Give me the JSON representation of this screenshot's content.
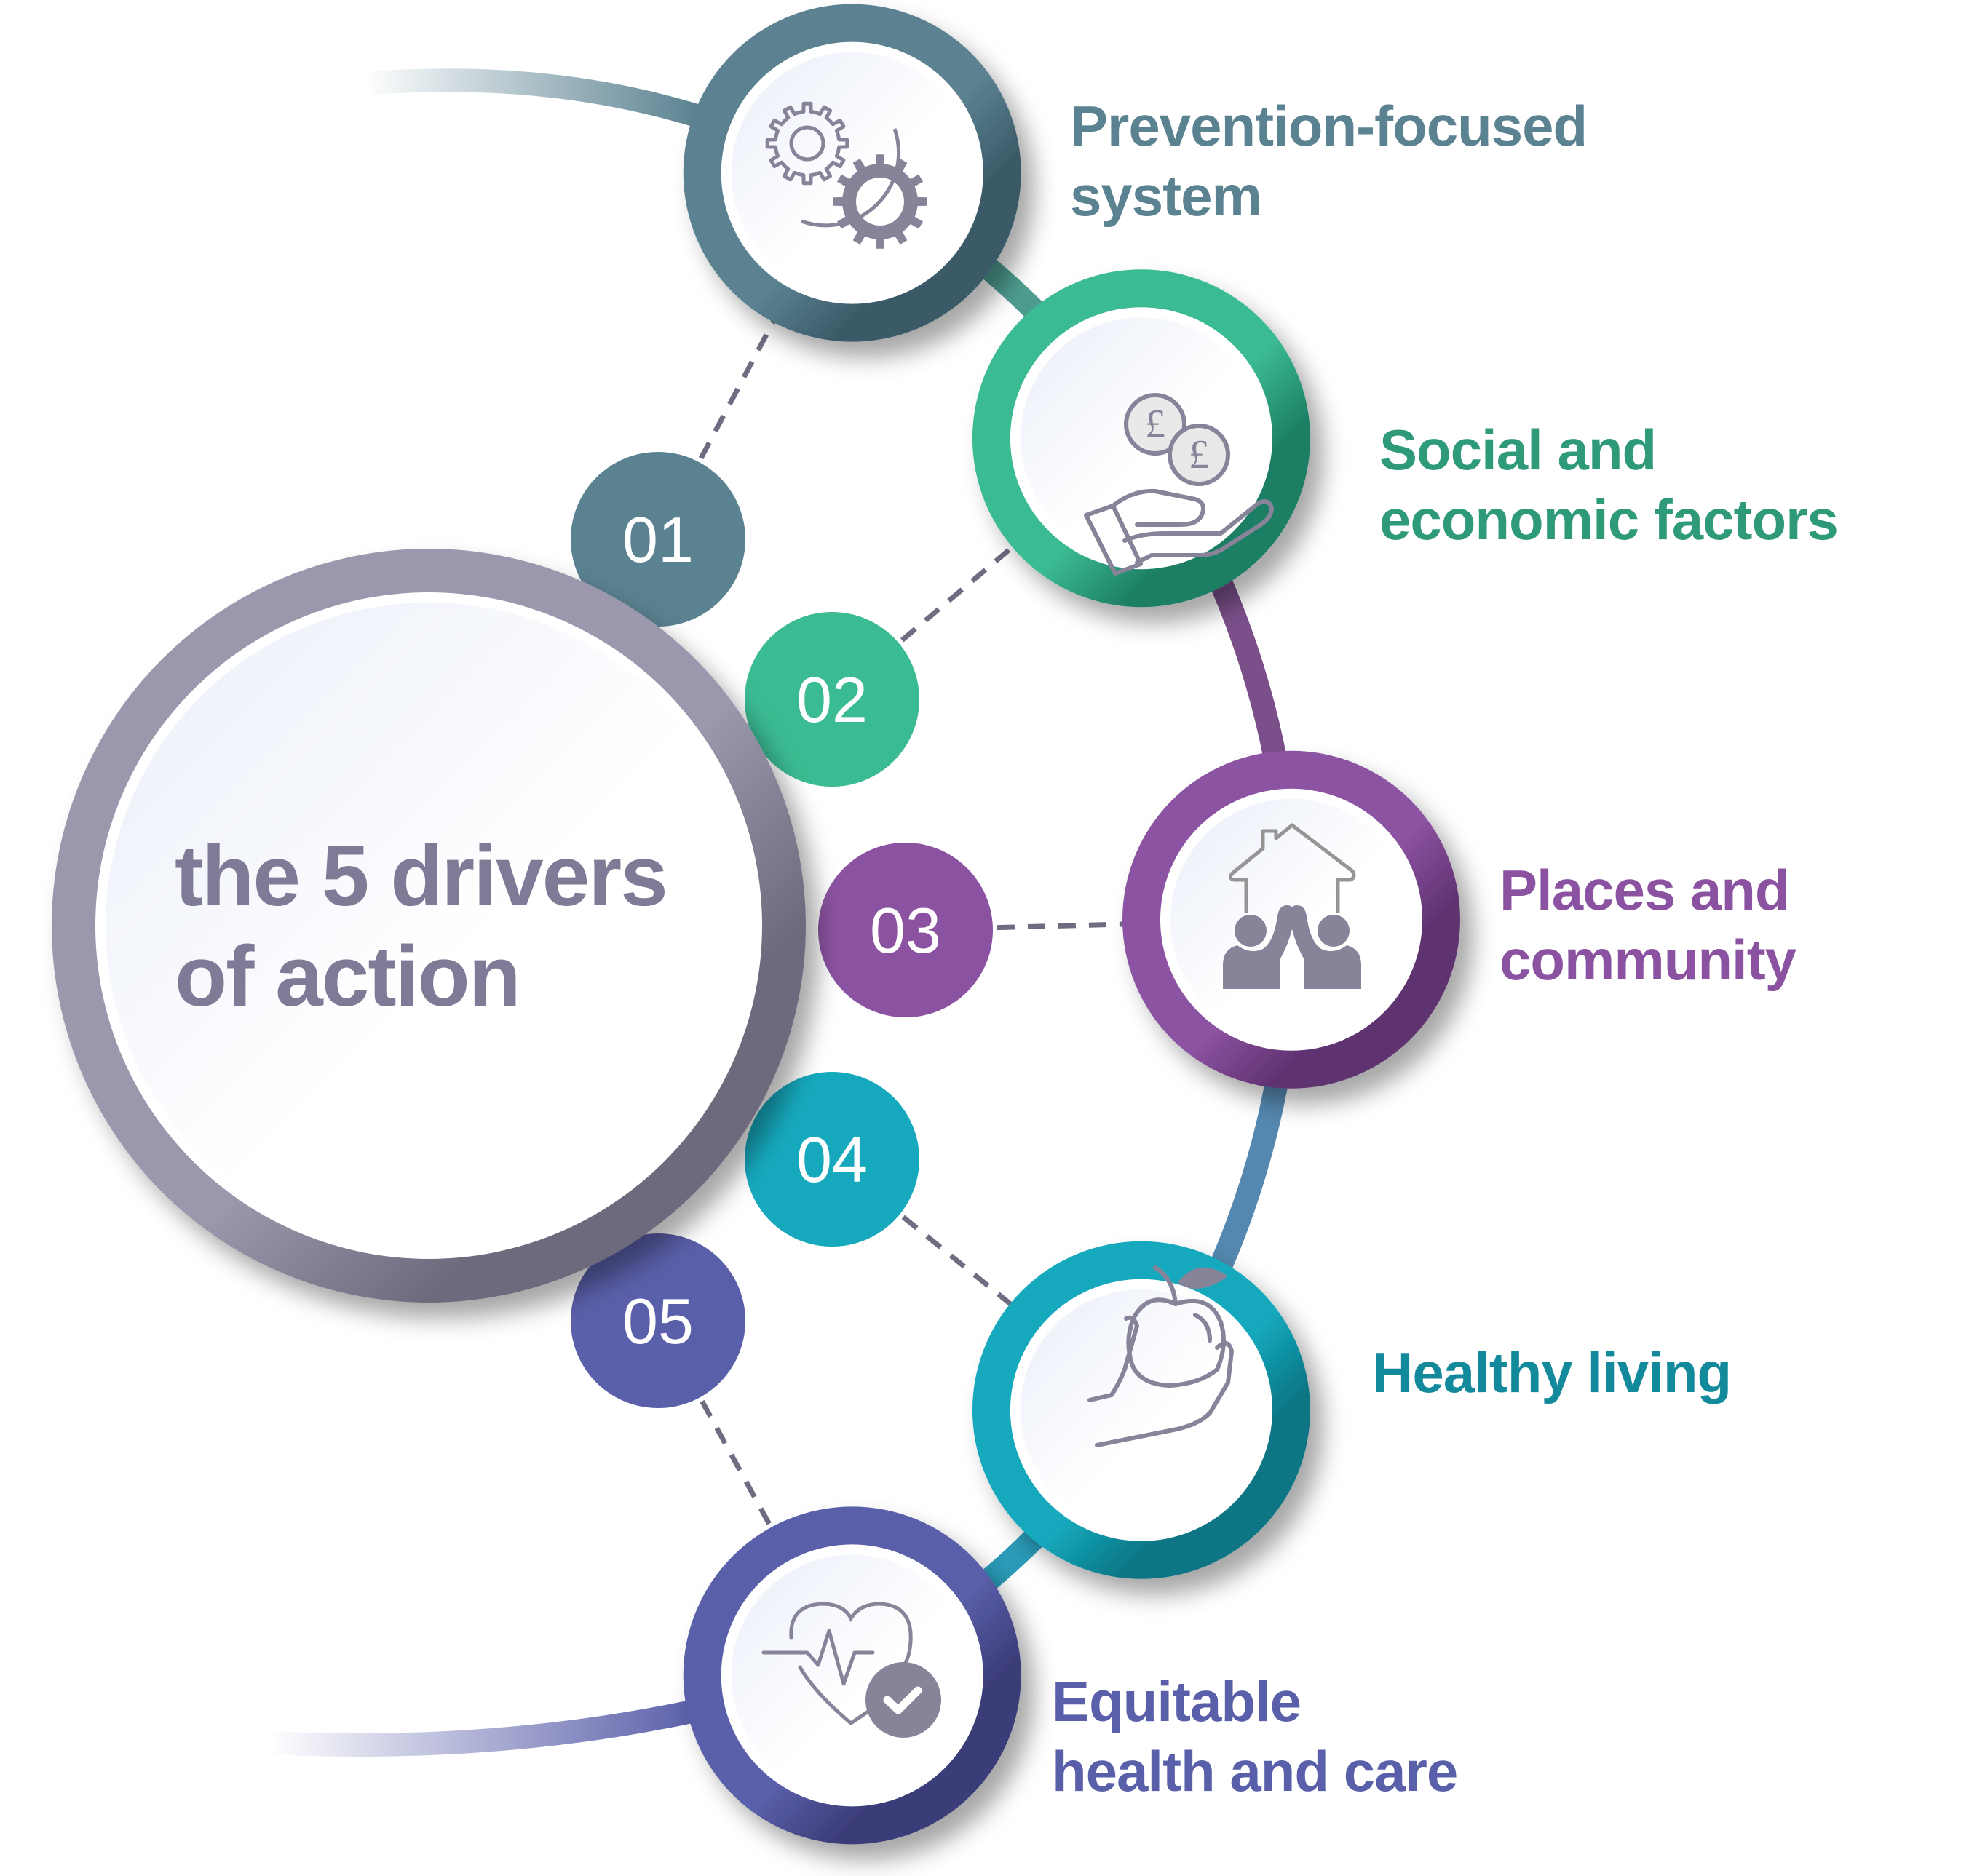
{
  "title": {
    "line1": "the 5 drivers",
    "line2": "of action",
    "color": "#7f7b97"
  },
  "drivers": [
    {
      "number": "01",
      "label_line1": "Prevention-focused",
      "label_line2": "system",
      "icon": "gears-icon",
      "color": "#5b8291",
      "dark": "#3b5a68"
    },
    {
      "number": "02",
      "label_line1": "Social and",
      "label_line2": "economic factors",
      "icon": "coins-in-hand-icon",
      "color": "#3bbb93",
      "dark": "#1d7f64",
      "text_color": "#2f9a7a"
    },
    {
      "number": "03",
      "label_line1": "Places and",
      "label_line2": "community",
      "icon": "house-community-icon",
      "color": "#8b52a1",
      "dark": "#5f3170"
    },
    {
      "number": "04",
      "label_line1": "Healthy living",
      "label_line2": "",
      "icon": "apple-in-hand-icon",
      "color": "#16a9bd",
      "dark": "#077483",
      "text_color": "#138a9b"
    },
    {
      "number": "05",
      "label_line1": "Equitable",
      "label_line2": "health and care",
      "icon": "heart-check-icon",
      "color": "#5a5fa9",
      "dark": "#3b3d78"
    }
  ],
  "icon_color": "#878399",
  "center_ring_color": "#9b98ad",
  "dash_color": "#6f6c82"
}
